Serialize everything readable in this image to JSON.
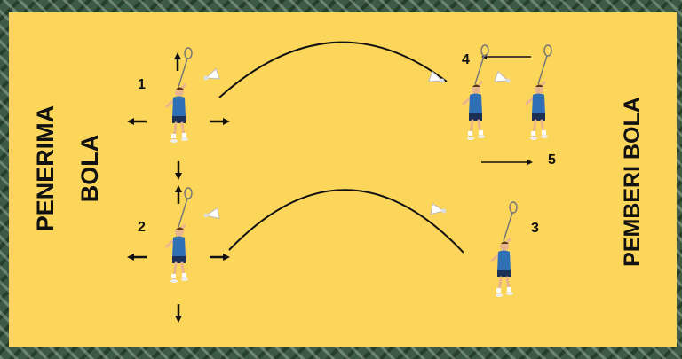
{
  "colors": {
    "court": "#fcd65a",
    "border": "#3d5a44",
    "text": "#111111",
    "shirt": "#2f6fb3",
    "skin": "#e9b58d",
    "shorts": "#1c2f55"
  },
  "labels": {
    "receiver_line1": "PENERIMA",
    "receiver_line2": "BOLA",
    "server": "PEMBERI BOLA"
  },
  "positions": {
    "p1": "1",
    "p2": "2",
    "p3": "3",
    "p4": "4",
    "p5": "5"
  }
}
